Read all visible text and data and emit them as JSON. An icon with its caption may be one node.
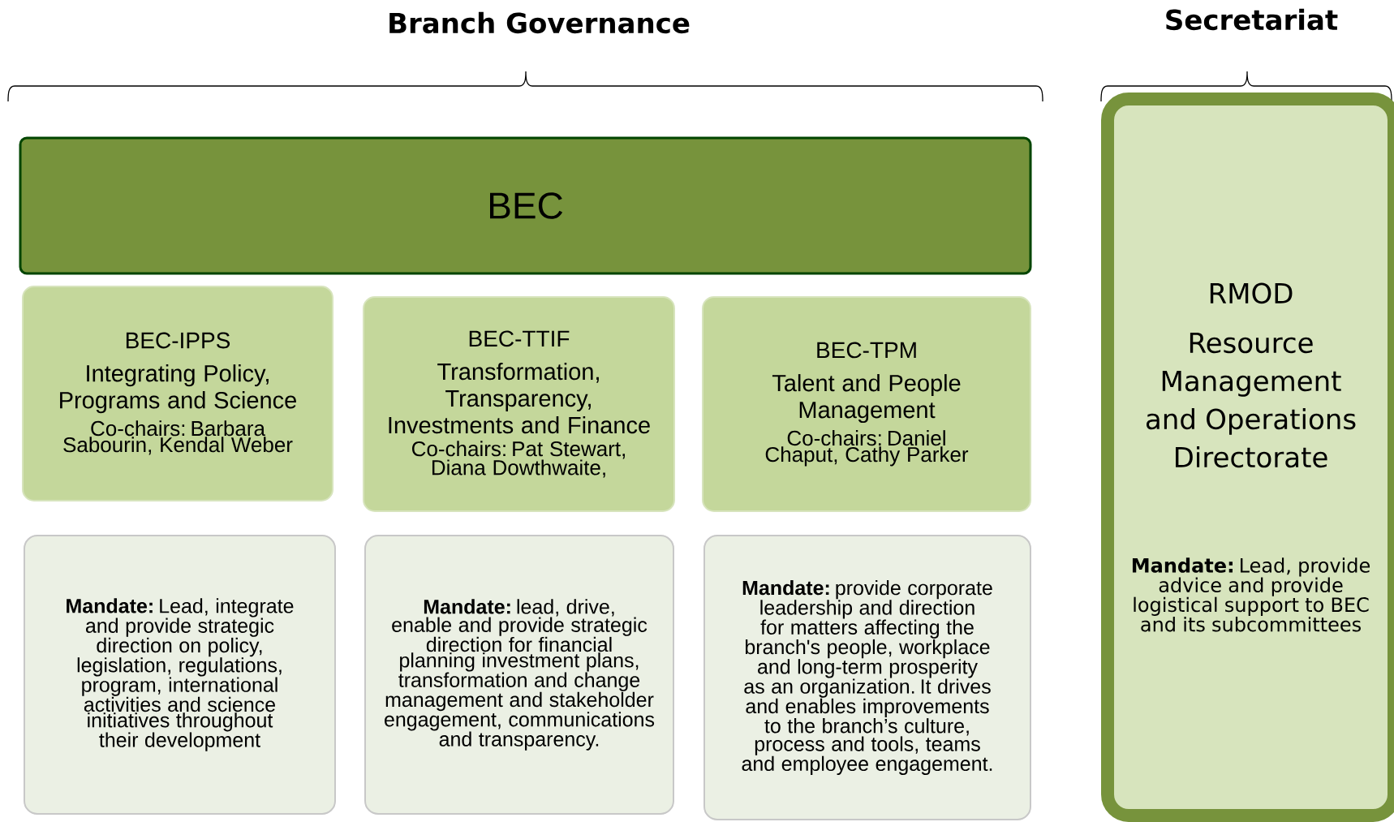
{
  "diagram": {
    "title": "Branch Governance",
    "nodes": [
      {
        "text": [
          "BEC"
        ]
      },
      {
        "text": [
          "BEC-IPPS",
          "Integrating Policy, Programs and Science",
          "Co-chairs: Barbara Sabourin, Kendal Weber"
        ]
      },
      {
        "text": [
          "BEC-TTIF",
          "Transformation, Transparency, Investments and Finance",
          "Co-chairs: Pat Stewart, Diana Dowthwaite,"
        ]
      },
      {
        "text": [
          "BEC-TPM",
          "Talent and People Management",
          "Co-chairs: Daniel Chaput, Cathy Parker"
        ]
      },
      {
        "text": [
          "**Mandate:** Lead, integrate and provide strategic direction on policy, legislation, regulations, program, international activities and science initiatives throughout their development"
        ]
      },
      {
        "text": [
          "**Mandate:** lead, drive, enable and provide strategic direction for financial planning investment plans, transformation and change management and stakeholder engagement, communications and transparency."
        ]
      },
      {
        "text": [
          "**Mandate:** provide corporate leadership and direction for matters affecting the branch's people, workplace and long-term prosperity as an organization. It drives and enables improvements to the branch’s culture, process and tools, teams and employee engagement."
        ]
      },
      {
        "text": [
          "RMOD",
          "Resource Management and Operations Directorate",
          "**Mandate:** Lead, provide advice and provide logistical support to BEC and its subcommittees"
        ]
      }
    ],
    "labels": [
      "Secretariat"
    ]
  }
}
